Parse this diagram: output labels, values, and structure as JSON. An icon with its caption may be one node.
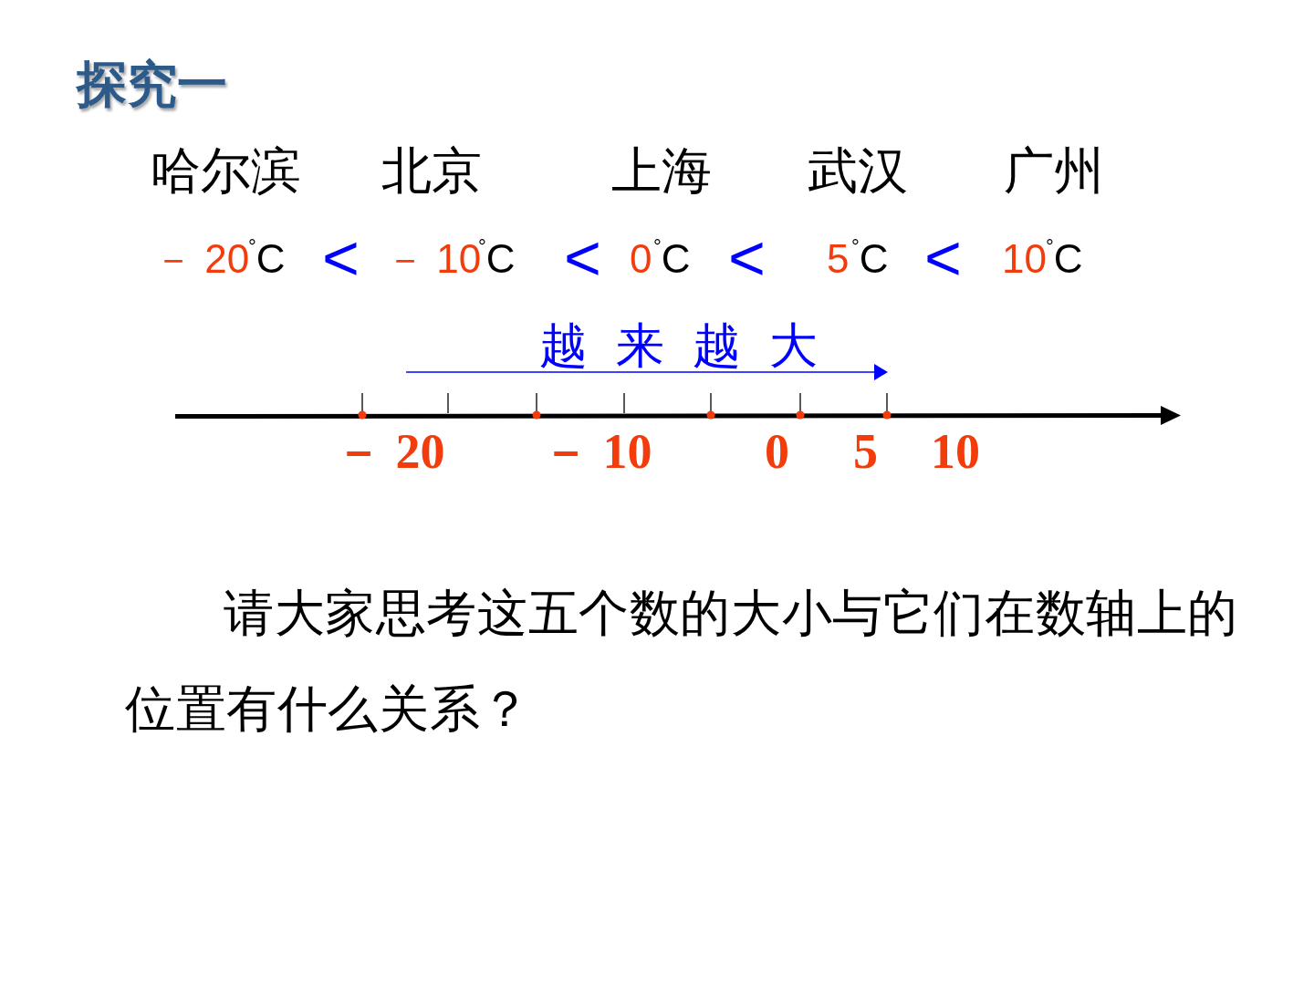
{
  "diagram": {
    "title": "探究一",
    "labels": [
      "哈尔滨",
      "北京",
      "上海",
      "武汉",
      "广州",
      "－ 20",
      "$^{°}$C",
      "<",
      "－ 10",
      "$^{°}$C",
      "<",
      "0",
      "$^{°}$C",
      "<",
      "5",
      "$^{°}$C",
      "<",
      "10",
      "$^{°}$C",
      "越 来 越 大",
      "－ 20",
      "－ 10",
      "0",
      "5",
      "10",
      "请大家思考这五个数的大小与它们在数轴上的位置有什么关系？"
    ]
  }
}
